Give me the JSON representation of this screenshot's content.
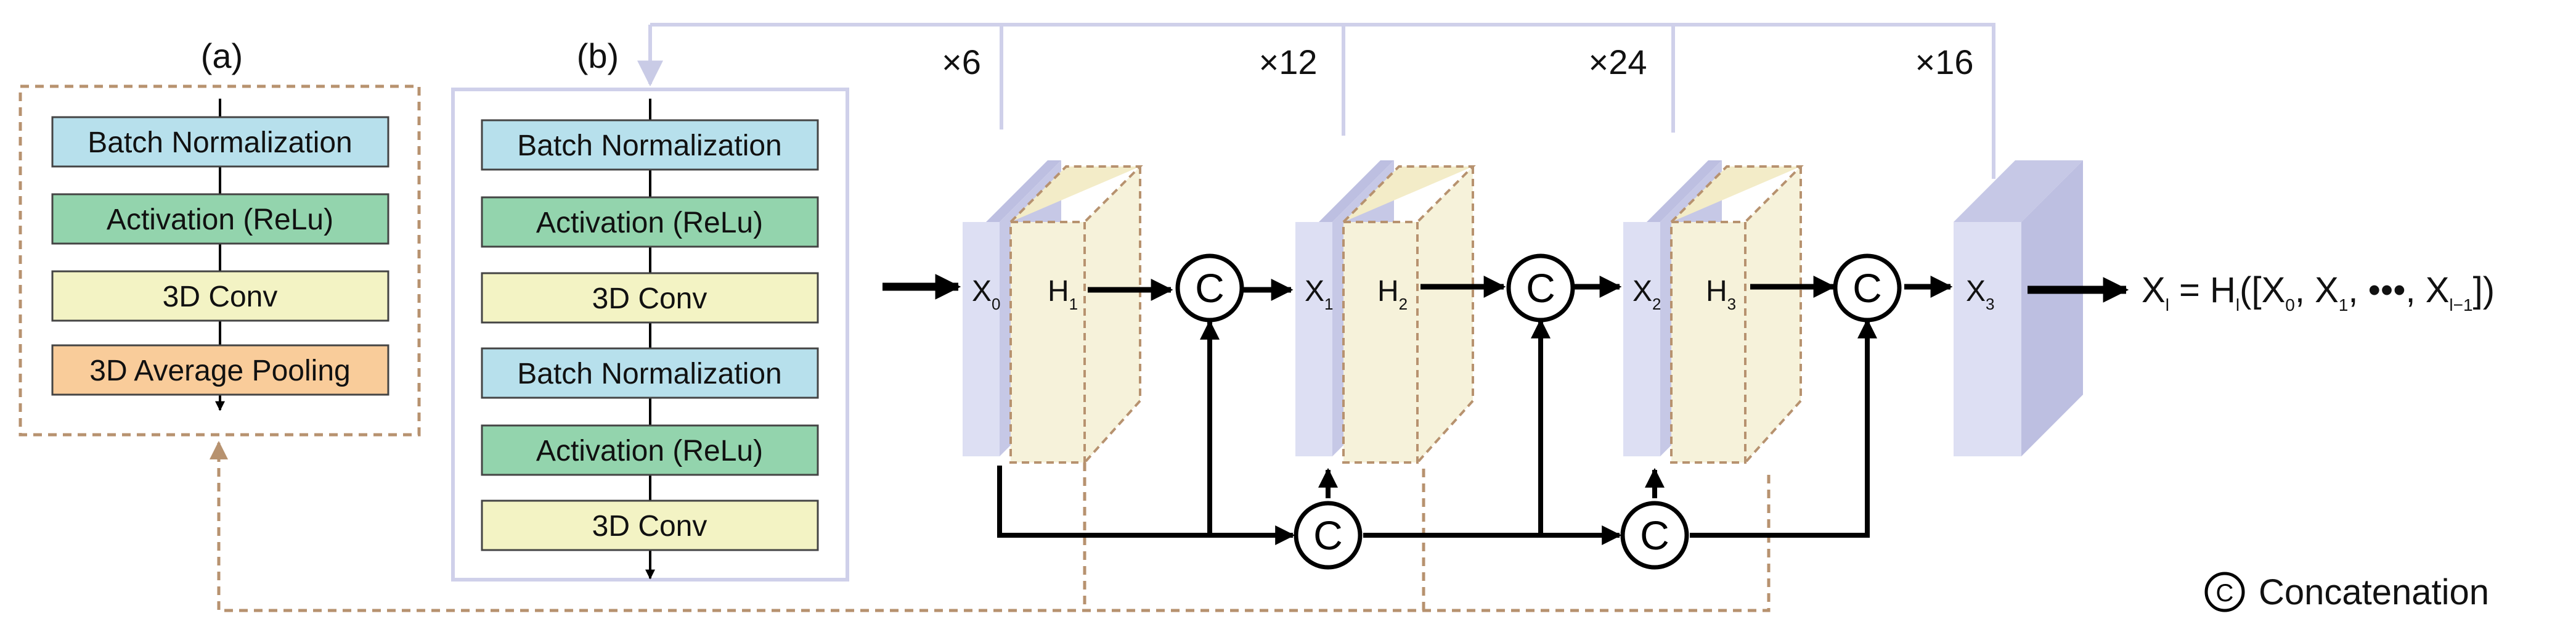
{
  "panel_a": {
    "label": "(a)",
    "layers": [
      "Batch Normalization",
      "Activation (ReLu)",
      "3D Conv",
      "3D Average Pooling"
    ]
  },
  "panel_b": {
    "label": "(b)",
    "layers": [
      "Batch Normalization",
      "Activation (ReLu)",
      "3D Conv",
      "Batch Normalization",
      "Activation (ReLu)",
      "3D Conv"
    ]
  },
  "repeats": [
    "×6",
    "×12",
    "×24",
    "×16"
  ],
  "features": {
    "x0": {
      "main": "X",
      "sub": "0"
    },
    "h1": {
      "main": "H",
      "sub": "1"
    },
    "x1": {
      "main": "X",
      "sub": "1"
    },
    "h2": {
      "main": "H",
      "sub": "2"
    },
    "x2": {
      "main": "X",
      "sub": "2"
    },
    "h3": {
      "main": "H",
      "sub": "3"
    },
    "x3": {
      "main": "X",
      "sub": "3"
    }
  },
  "concat_symbol": "C",
  "formula": {
    "lhs": "X",
    "lhs_sub": "l",
    "eq": " = H",
    "h_sub": "l",
    "open": "([X",
    "s0": "0",
    "c1": ", X",
    "s1": "1",
    "dots": ", •••, X",
    "sl": "l−1",
    "close": "])"
  },
  "legend": {
    "symbol": "C",
    "text": "Concatenation"
  },
  "colors": {
    "bn": "#b7e0ec",
    "act": "#93d4ad",
    "conv": "#f3f3c4",
    "pool": "#f9cc9a",
    "dashed": "#b7926f",
    "lavender": "#cfd0ea",
    "slab_x": "#dddff3",
    "slab_h": "#f6f2da"
  }
}
